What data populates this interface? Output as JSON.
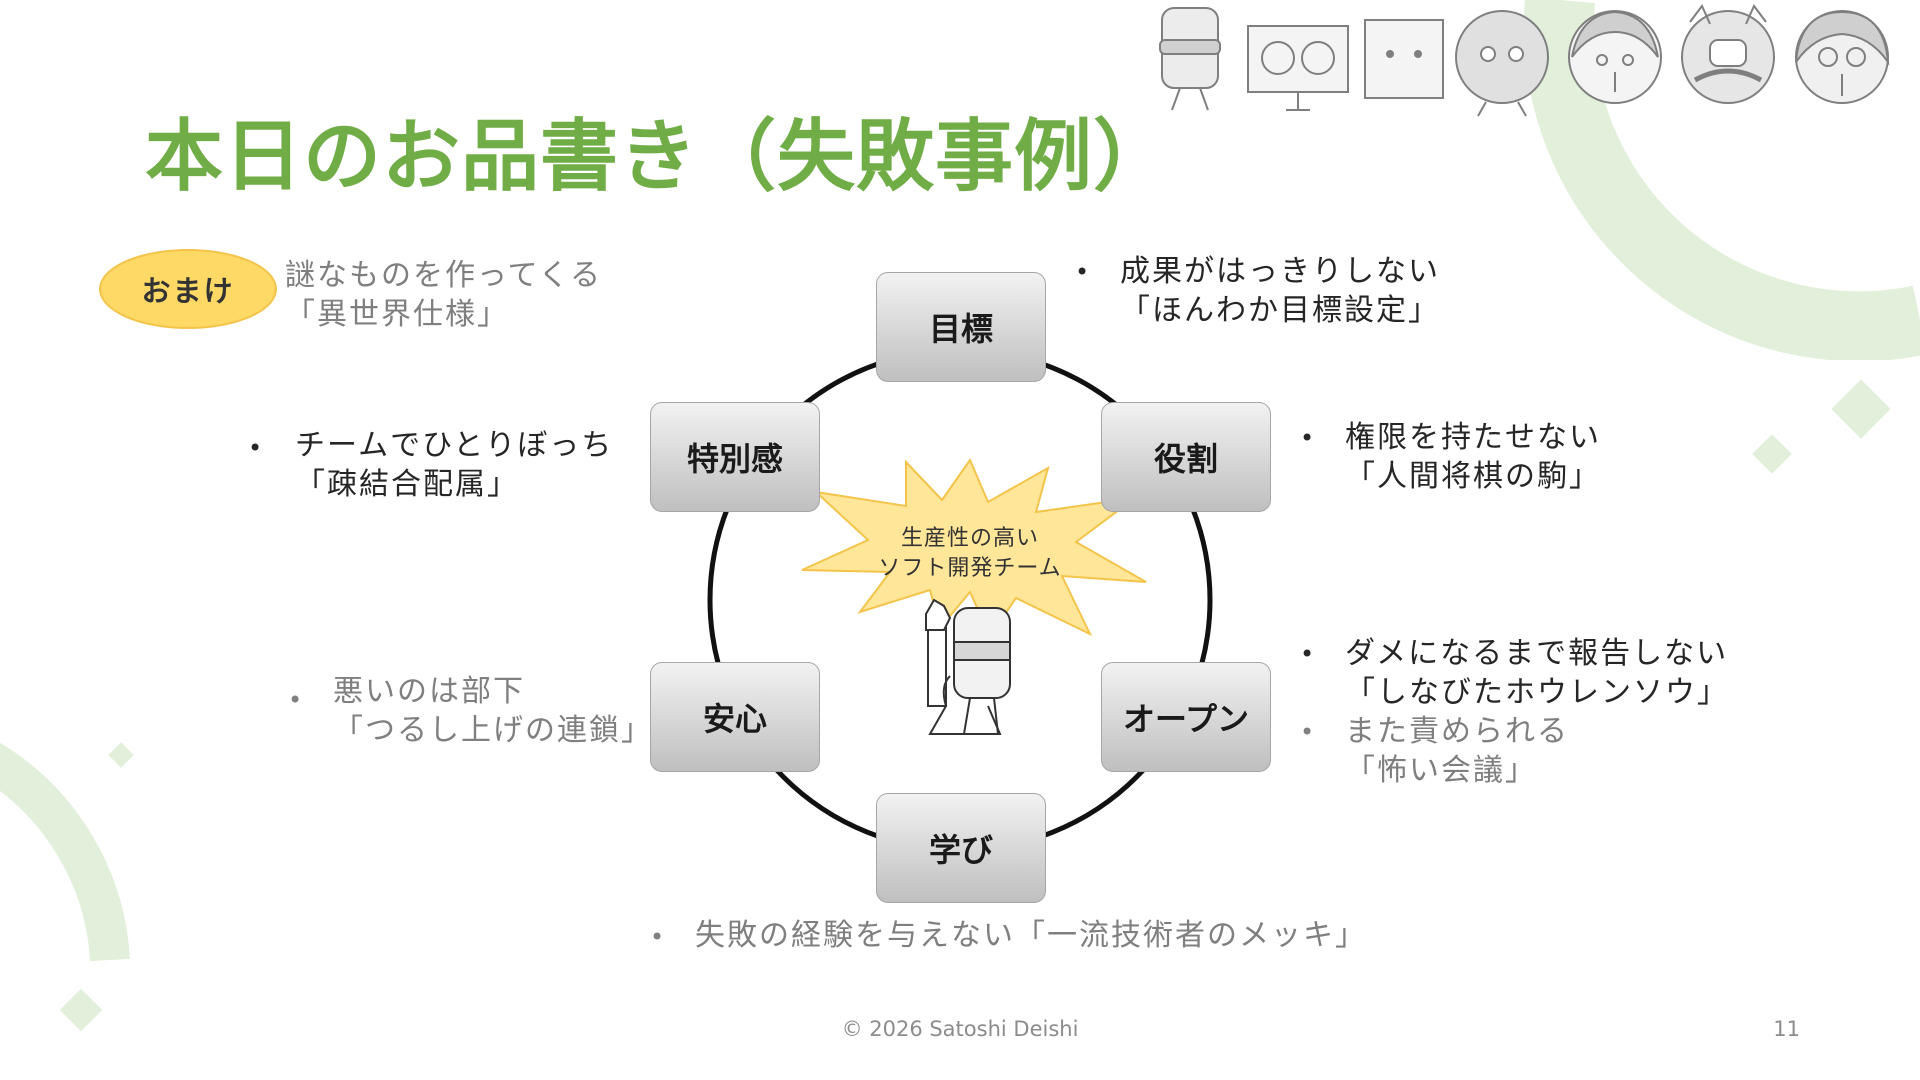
{
  "slide": {
    "title": "本日のお品書き（失敗事例）",
    "footer": "© 2026 Satoshi Deishi",
    "page_number": "11"
  },
  "omake": {
    "badge": "おまけ",
    "line1": "謎なものを作ってくる",
    "line2": "「異世界仕様」"
  },
  "center": {
    "line1": "生産性の高い",
    "line2": "ソフト開発チーム"
  },
  "cycle": {
    "goal": "目標",
    "role": "役割",
    "open": "オープン",
    "learn": "学び",
    "safety": "安心",
    "special": "特別感"
  },
  "notes": {
    "goal": {
      "line1": "成果がはっきりしない",
      "line2": "「ほんわか目標設定」"
    },
    "role": {
      "line1": "権限を持たせない",
      "line2": "「人間将棋の駒」"
    },
    "open1": {
      "line1": "ダメになるまで報告しない",
      "line2": "「しなびたホウレンソウ」"
    },
    "open2": {
      "line1": "また責められる",
      "line2": "「怖い会議」"
    },
    "learn": {
      "line1": "失敗の経験を与えない「一流技術者のメッキ」"
    },
    "safety": {
      "line1": "悪いのは部下",
      "line2": "「つるし上げの連鎖」"
    },
    "special": {
      "line1": "チームでひとりぼっち",
      "line2": "「疎結合配属」"
    }
  },
  "colors": {
    "title": "#70ad47",
    "deco_green": "#e2efda",
    "badge_fill": "#ffd966",
    "burst_fill": "#ffe699"
  }
}
